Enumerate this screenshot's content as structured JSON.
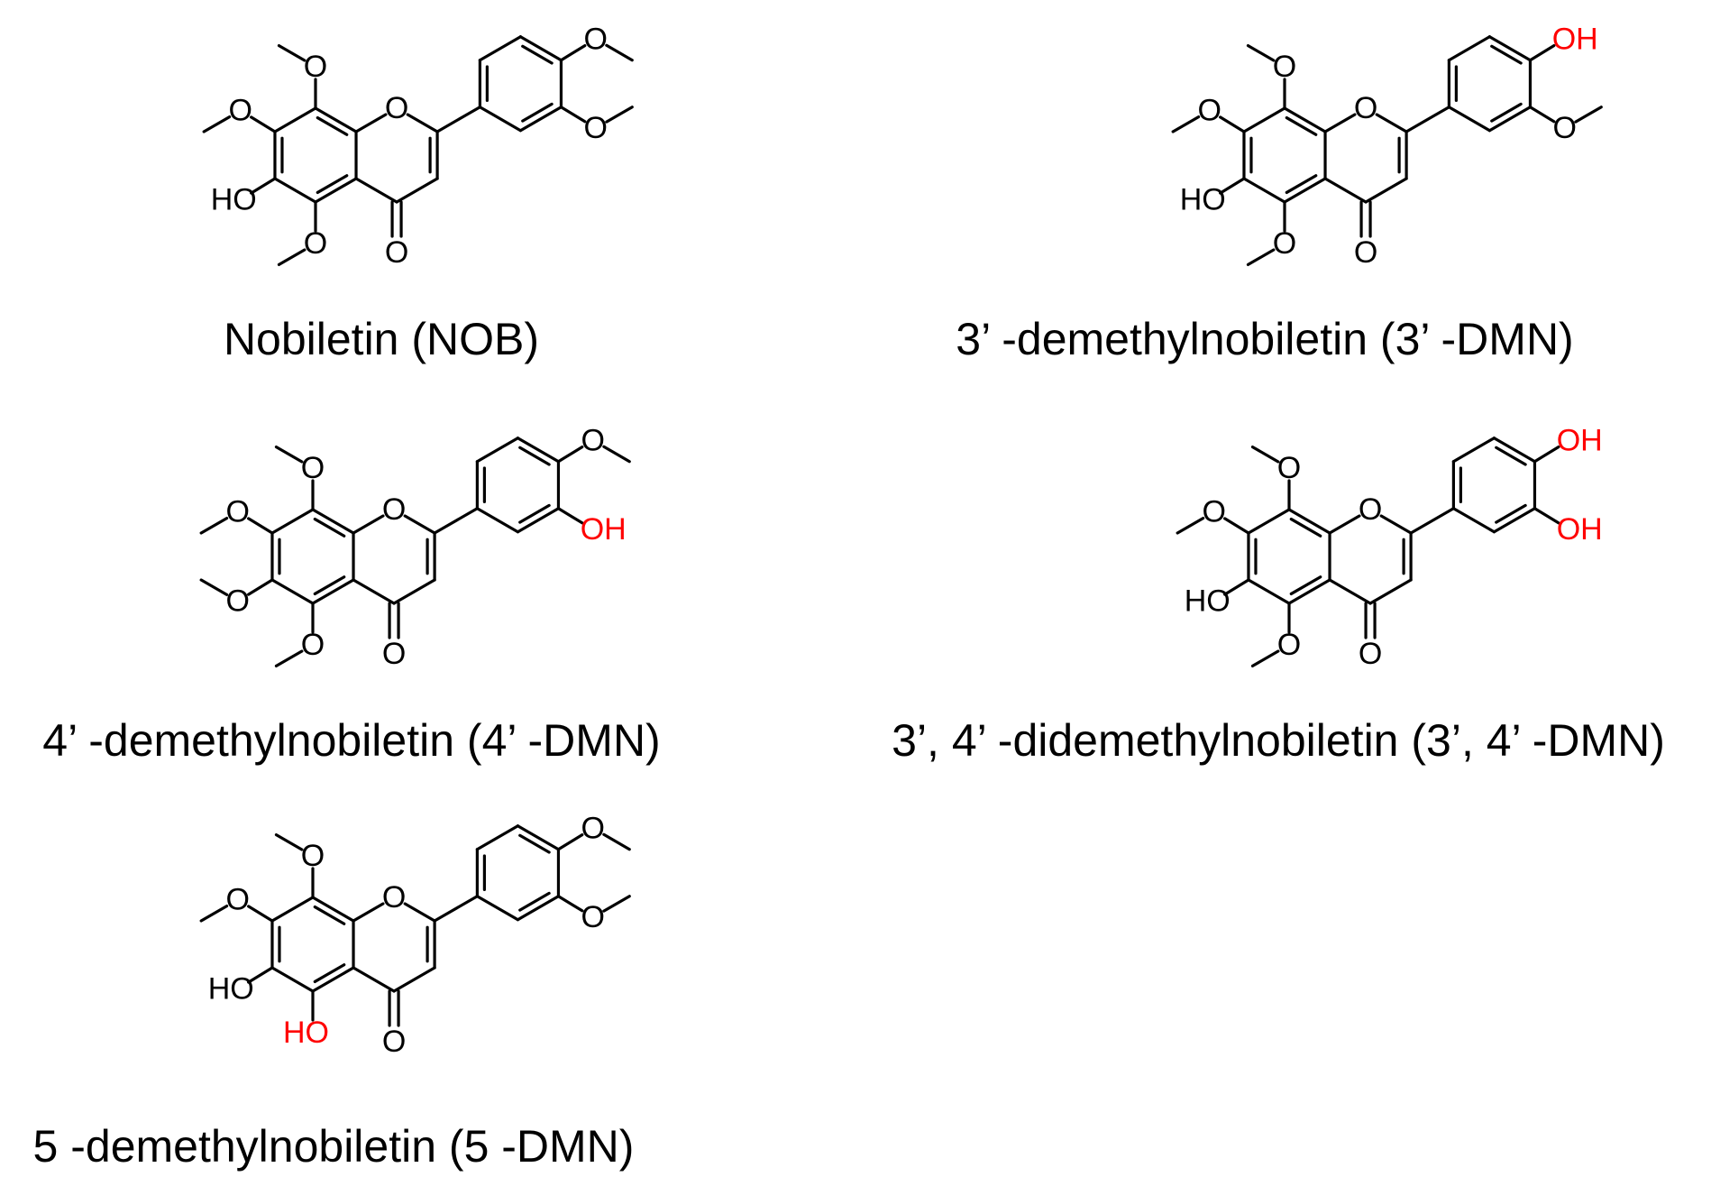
{
  "colors": {
    "ink": "#000000",
    "highlight": "#ff0000"
  },
  "atom_labels": {
    "oxygen": "O",
    "hydroxyl_right": "OH",
    "hydroxyl_left": "HO"
  },
  "molecules": [
    {
      "name": "Nobiletin (NOB)",
      "substituents": {
        "c5": "OMe",
        "c6": "OH",
        "c7": "OMe",
        "c8": "OMe",
        "c3p": "OMe",
        "c4p": "OMe"
      },
      "highlighted": []
    },
    {
      "name": "3’ -demethylnobiletin (3’ -DMN)",
      "substituents": {
        "c5": "OMe",
        "c6": "OH",
        "c7": "OMe",
        "c8": "OMe",
        "c3p": "OMe",
        "c4p": "OH"
      },
      "highlighted": [
        "c4p"
      ]
    },
    {
      "name": "4’ -demethylnobiletin (4’ -DMN)",
      "substituents": {
        "c5": "OMe",
        "c6": "OMe",
        "c7": "OMe",
        "c8": "OMe",
        "c3p": "OH",
        "c4p": "OMe"
      },
      "highlighted": [
        "c3p"
      ]
    },
    {
      "name": "3’, 4’ -didemethylnobiletin (3’, 4’ -DMN)",
      "substituents": {
        "c5": "OMe",
        "c6": "OH",
        "c7": "OMe",
        "c8": "OMe",
        "c3p": "OH",
        "c4p": "OH"
      },
      "highlighted": [
        "c3p",
        "c4p"
      ]
    },
    {
      "name": "5 -demethylnobiletin (5 -DMN)",
      "substituents": {
        "c5": "OH",
        "c6": "OH",
        "c7": "OMe",
        "c8": "OMe",
        "c3p": "OMe",
        "c4p": "OMe"
      },
      "highlighted": [
        "c5"
      ]
    }
  ]
}
